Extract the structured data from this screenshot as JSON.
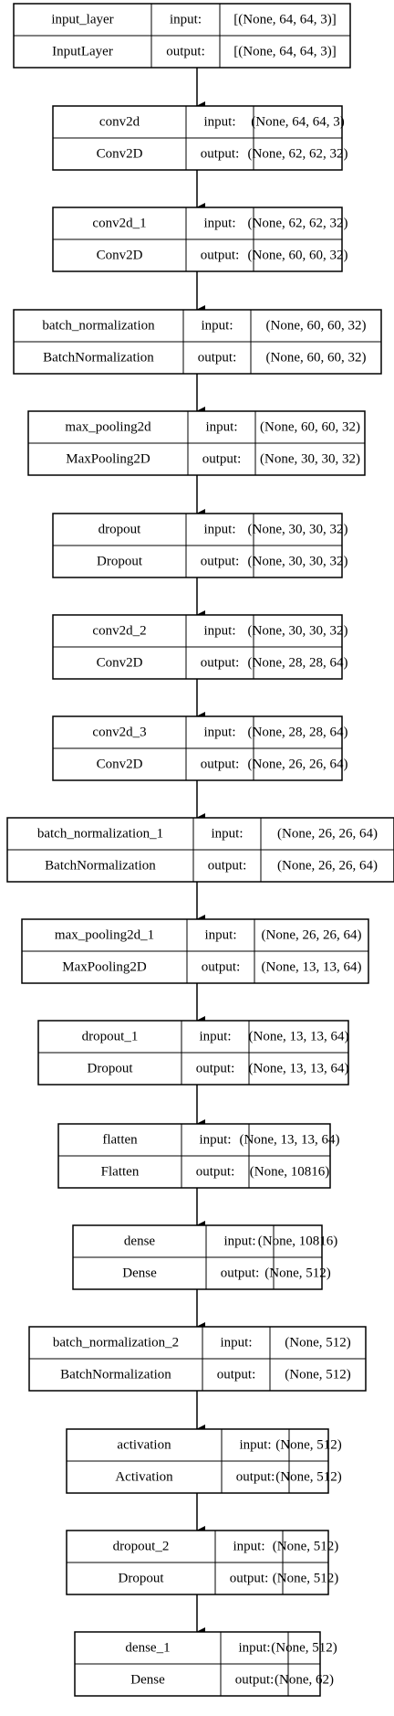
{
  "labels": {
    "input": "input:",
    "output": "output:"
  },
  "layers": [
    {
      "name": "input_layer",
      "type": "InputLayer",
      "input": "[(None, 64, 64, 3)]",
      "output": "[(None, 64, 64, 3)]"
    },
    {
      "name": "conv2d",
      "type": "Conv2D",
      "input": "(None, 64, 64, 3)",
      "output": "(None, 62, 62, 32)"
    },
    {
      "name": "conv2d_1",
      "type": "Conv2D",
      "input": "(None, 62, 62, 32)",
      "output": "(None, 60, 60, 32)"
    },
    {
      "name": "batch_normalization",
      "type": "BatchNormalization",
      "input": "(None, 60, 60, 32)",
      "output": "(None, 60, 60, 32)"
    },
    {
      "name": "max_pooling2d",
      "type": "MaxPooling2D",
      "input": "(None, 60, 60, 32)",
      "output": "(None, 30, 30, 32)"
    },
    {
      "name": "dropout",
      "type": "Dropout",
      "input": "(None, 30, 30, 32)",
      "output": "(None, 30, 30, 32)"
    },
    {
      "name": "conv2d_2",
      "type": "Conv2D",
      "input": "(None, 30, 30, 32)",
      "output": "(None, 28, 28, 64)"
    },
    {
      "name": "conv2d_3",
      "type": "Conv2D",
      "input": "(None, 28, 28, 64)",
      "output": "(None, 26, 26, 64)"
    },
    {
      "name": "batch_normalization_1",
      "type": "BatchNormalization",
      "input": "(None, 26, 26, 64)",
      "output": "(None, 26, 26, 64)"
    },
    {
      "name": "max_pooling2d_1",
      "type": "MaxPooling2D",
      "input": "(None, 26, 26, 64)",
      "output": "(None, 13, 13, 64)"
    },
    {
      "name": "dropout_1",
      "type": "Dropout",
      "input": "(None, 13, 13, 64)",
      "output": "(None, 13, 13, 64)"
    },
    {
      "name": "flatten",
      "type": "Flatten",
      "input": "(None, 13, 13, 64)",
      "output": "(None, 10816)"
    },
    {
      "name": "dense",
      "type": "Dense",
      "input": "(None, 10816)",
      "output": "(None, 512)"
    },
    {
      "name": "batch_normalization_2",
      "type": "BatchNormalization",
      "input": "(None, 512)",
      "output": "(None, 512)"
    },
    {
      "name": "activation",
      "type": "Activation",
      "input": "(None, 512)",
      "output": "(None, 512)"
    },
    {
      "name": "dropout_2",
      "type": "Dropout",
      "input": "(None, 512)",
      "output": "(None, 512)"
    },
    {
      "name": "dense_1",
      "type": "Dense",
      "input": "(None, 512)",
      "output": "(None, 62)"
    }
  ]
}
